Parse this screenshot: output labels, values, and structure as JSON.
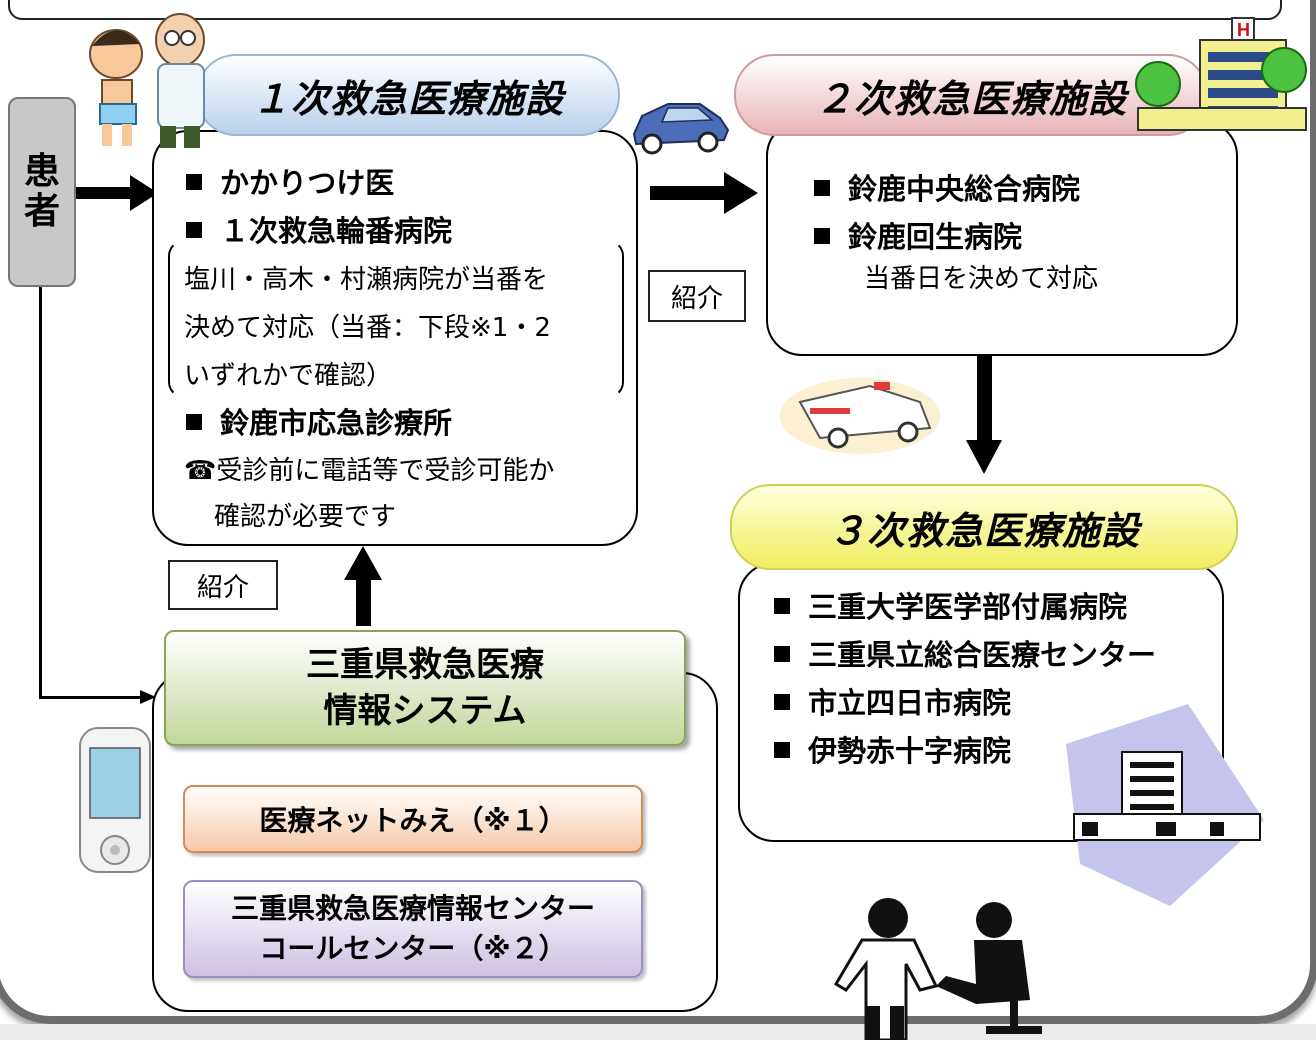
{
  "patient": {
    "label_chars": [
      "患",
      "者"
    ]
  },
  "primary": {
    "title": "１次救急医療施設",
    "item1": "かかりつけ医",
    "item2": "１次救急輪番病院",
    "note_lines": [
      "塩川・高木・村瀬病院が当番を",
      "決めて対応（当番：下段※1・2",
      "いずれかで確認）"
    ],
    "item3": "鈴鹿市応急診療所",
    "phone_line1": "☎受診前に電話等で受診可能か",
    "phone_line2": "確認が必要です"
  },
  "secondary": {
    "title": "２次救急医療施設",
    "item1": "鈴鹿中央総合病院",
    "item2": "鈴鹿回生病院",
    "note": "当番日を決めて対応"
  },
  "tertiary": {
    "title": "３次救急医療施設",
    "items": [
      "三重大学医学部付属病院",
      "三重県立総合医療センター",
      "市立四日市病院",
      "伊勢赤十字病院"
    ]
  },
  "system": {
    "title_line1": "三重県救急医療",
    "title_line2": "情報システム",
    "net": "医療ネットみえ（※１）",
    "call_line1": "三重県救急医療情報センター",
    "call_line2": "コールセンター（※２）"
  },
  "referral_label": "紹介",
  "referral_label_2": "紹介",
  "icons": [
    "doctor-child-icon",
    "car-icon",
    "hospital-building-icon",
    "ambulance-icon",
    "mobile-phone-icon",
    "city-hospital-icon",
    "doctor-patient-icon"
  ]
}
